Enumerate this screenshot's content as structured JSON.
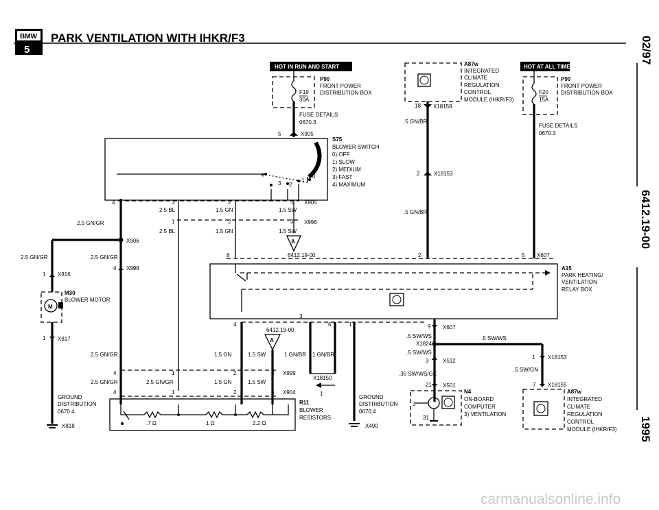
{
  "header": {
    "logo_text": "BMW",
    "series": "5",
    "title": "PARK VENTILATION WITH IHKR/F3"
  },
  "side": {
    "date": "02/97",
    "doc_number": "6412.19-00",
    "year": "1995"
  },
  "hot_labels": {
    "run_start": "HOT IN RUN AND START",
    "all_times": "HOT AT ALL TIMES"
  },
  "fuse_box": {
    "id": "P90",
    "line1": "FRONT POWER",
    "line2": "DISTRIBUTION BOX",
    "fuse_a_id": "F19",
    "fuse_a_amp": "30A",
    "fuse_b_id": "F20",
    "fuse_b_amp": "15A",
    "details_label": "FUSE DETAILS",
    "details_ref": "0670.3"
  },
  "ihkr_top": {
    "id": "A87w",
    "lines": [
      "INTEGRATED",
      "CLIMATE",
      "REGULATION",
      "CONTROL",
      "MODULE (IHKR/F3)"
    ],
    "pin": "18",
    "connector": "X18158"
  },
  "blower_switch": {
    "id": "S75",
    "name": "BLOWER SWITCH",
    "positions": [
      "0)  OFF",
      "1)  SLOW",
      "2)  MEDIUM",
      "3)  FAST",
      "4)  MAXIMUM"
    ],
    "pin": "5",
    "connector": "X905",
    "contact_labels": [
      "4",
      "3",
      "2",
      "1",
      "0"
    ]
  },
  "wires": {
    "w_25gngr": "2.5 GN/GR",
    "w_25bl": "2.5 BL",
    "w_15gn": "1.5 GN",
    "w_15sw": "1.5 SW",
    "w_1gnbr": "1 GN/BR",
    "w_5gnbr": ".5 GN/BR",
    "w_5swws": ".5 SW/WS",
    "w_5swgn": ".5 SW/GN",
    "w_35swwsge": ".35 SW/WS/GE"
  },
  "connectors": {
    "x905": "X905",
    "x996": "X996",
    "x906": "X906",
    "x998": "X998",
    "x816": "X816",
    "x817": "X817",
    "x818": "X818",
    "x999": "X999",
    "x904": "X904",
    "x18150": "X18150",
    "x18153": "X18153",
    "x607": "X607",
    "x18240": "X18240",
    "x512": "X512",
    "x501": "X501",
    "x490": "X490",
    "x18155": "X18155"
  },
  "pins": {
    "p4": "4",
    "p3": "3",
    "p2": "2",
    "p1": "1",
    "p5": "5",
    "p6": "6",
    "p7": "7",
    "p8": "8",
    "p9": "9",
    "p21": "21",
    "p31": "31",
    "p18": "18"
  },
  "refs": {
    "ref_a": "A",
    "ref_doc": "6412.19-00"
  },
  "relay_box": {
    "id": "A15",
    "lines": [
      "PARK HEATING/",
      "VENTILATION",
      "RELAY BOX"
    ]
  },
  "blower_motor": {
    "id": "M30",
    "name": "BLOWER MOTOR",
    "symbol": "M"
  },
  "grounds": {
    "ground": "GROUND",
    "distribution": "DISTRIBUTION",
    "left_ref": "0670.4",
    "right_ref": "0670.4"
  },
  "resistors": {
    "id": "R11",
    "name_1": "BLOWER",
    "name_2": "RESISTORS",
    "values": [
      ".7 Ω",
      "1 Ω",
      "2.2 Ω"
    ]
  },
  "obc": {
    "id": "N4",
    "lines": [
      "ON-BOARD",
      "COMPUTER",
      "3)  VENTILATION"
    ]
  },
  "ihkr_bottom": {
    "id": "A87w",
    "lines": [
      "INTEGRATED",
      "CLIMATE",
      "REGULATION",
      "CONTROL",
      "MODULE (IHKR/F3)"
    ]
  },
  "watermark": "carmanualsonline.info"
}
